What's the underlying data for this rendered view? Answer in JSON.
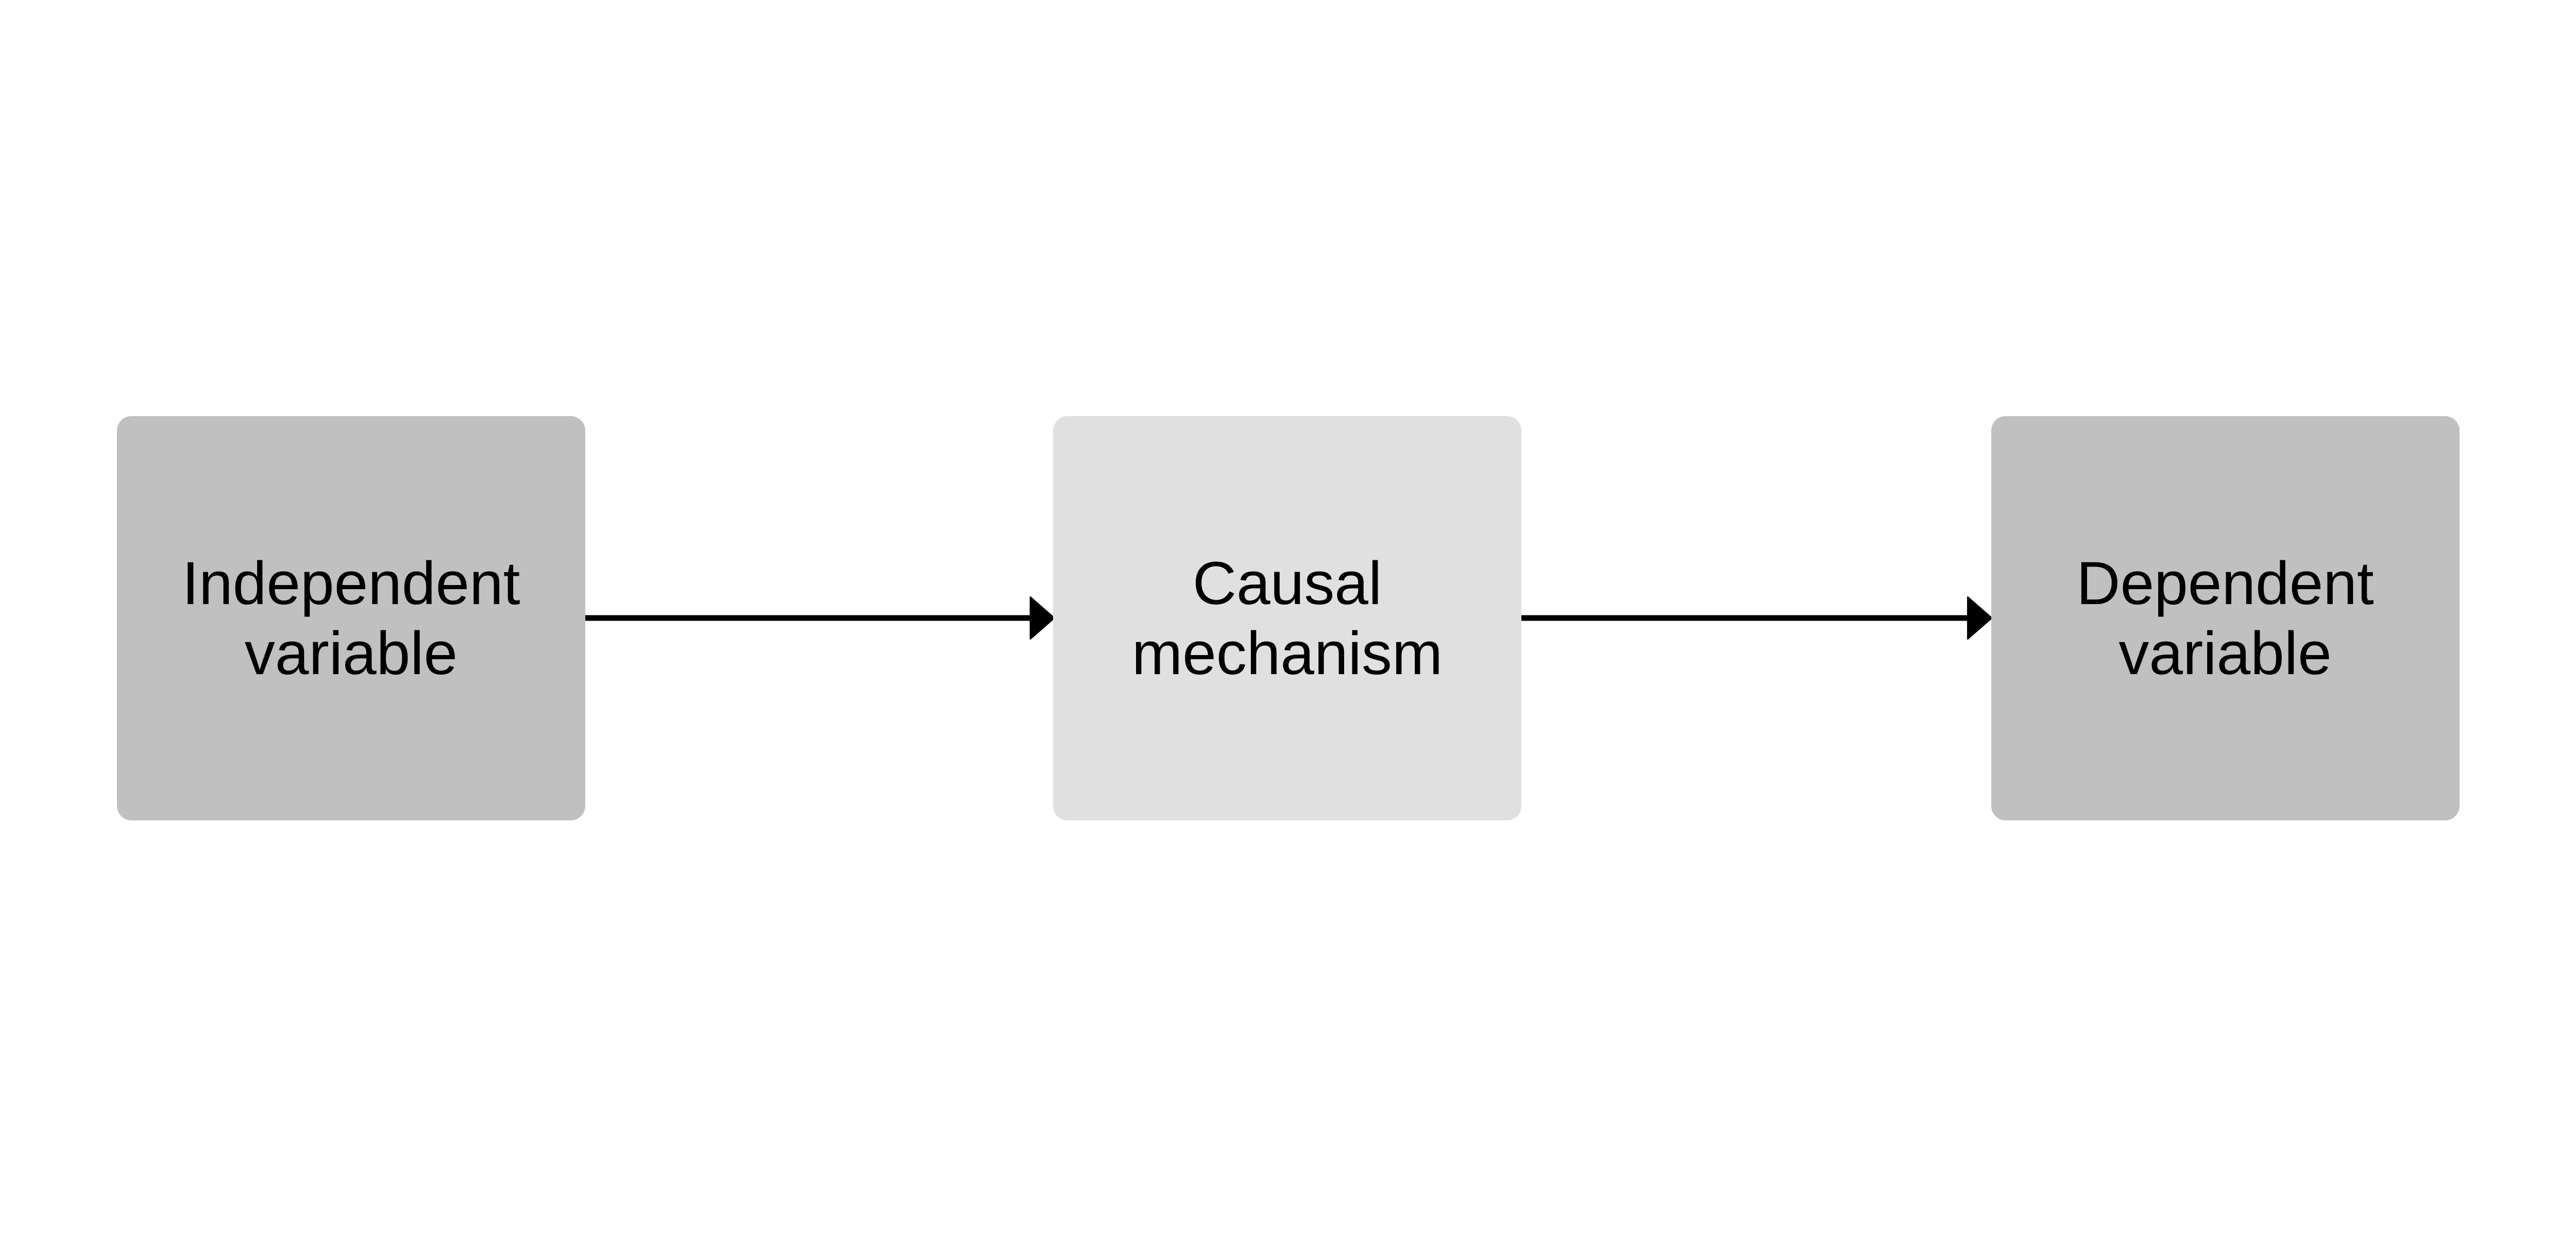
{
  "nodes": [
    {
      "label": "Independent variable",
      "color": "#c0c0c0"
    },
    {
      "label": "Causal mechanism",
      "color": "#e0e0e0"
    },
    {
      "label": "Dependent variable",
      "color": "#c0c0c0"
    }
  ],
  "edges": [
    {
      "from": "Independent variable",
      "to": "Causal mechanism"
    },
    {
      "from": "Causal mechanism",
      "to": "Dependent variable"
    }
  ],
  "edge_color": "#000000"
}
